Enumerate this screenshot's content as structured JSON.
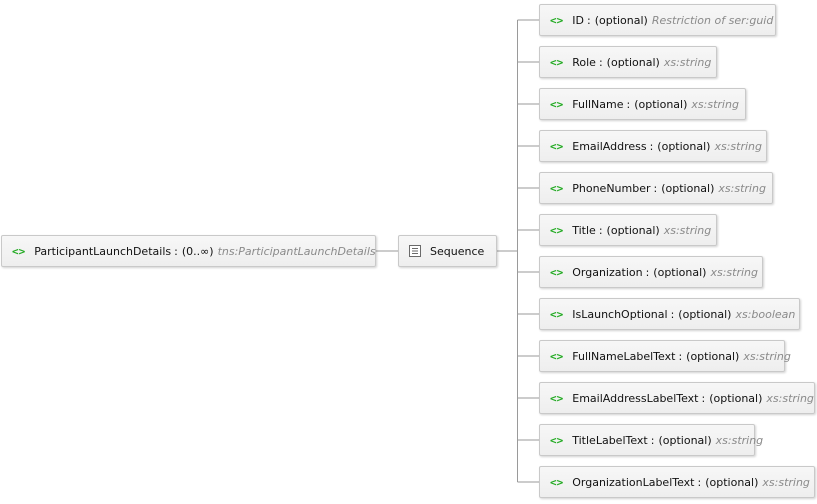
{
  "root": {
    "icon": "element-icon",
    "name": "ParticipantLaunchDetails",
    "separator": ":",
    "occurrence": "(0..∞)",
    "type": "tns:ParticipantLaunchDetails"
  },
  "compositor": {
    "icon": "sequence-icon",
    "label": "Sequence"
  },
  "children": [
    {
      "name": "ID",
      "separator": ":",
      "occurrence": "(optional)",
      "type": "Restriction of ser:guid"
    },
    {
      "name": "Role",
      "separator": ":",
      "occurrence": "(optional)",
      "type": "xs:string"
    },
    {
      "name": "FullName",
      "separator": ":",
      "occurrence": "(optional)",
      "type": "xs:string"
    },
    {
      "name": "EmailAddress",
      "separator": ":",
      "occurrence": "(optional)",
      "type": "xs:string"
    },
    {
      "name": "PhoneNumber",
      "separator": ":",
      "occurrence": "(optional)",
      "type": "xs:string"
    },
    {
      "name": "Title",
      "separator": ":",
      "occurrence": "(optional)",
      "type": "xs:string"
    },
    {
      "name": "Organization",
      "separator": ":",
      "occurrence": "(optional)",
      "type": "xs:string"
    },
    {
      "name": "IsLaunchOptional",
      "separator": ":",
      "occurrence": "(optional)",
      "type": "xs:boolean"
    },
    {
      "name": "FullNameLabelText",
      "separator": ":",
      "occurrence": "(optional)",
      "type": "xs:string"
    },
    {
      "name": "EmailAddressLabelText",
      "separator": ":",
      "occurrence": "(optional)",
      "type": "xs:string"
    },
    {
      "name": "TitleLabelText",
      "separator": ":",
      "occurrence": "(optional)",
      "type": "xs:string"
    },
    {
      "name": "OrganizationLabelText",
      "separator": ":",
      "occurrence": "(optional)",
      "type": "xs:string"
    }
  ],
  "icon_glyph": "<>",
  "colors": {
    "element_icon": "#22aa22",
    "type_text": "#8a8a8a",
    "connector": "#9a9a9a"
  }
}
